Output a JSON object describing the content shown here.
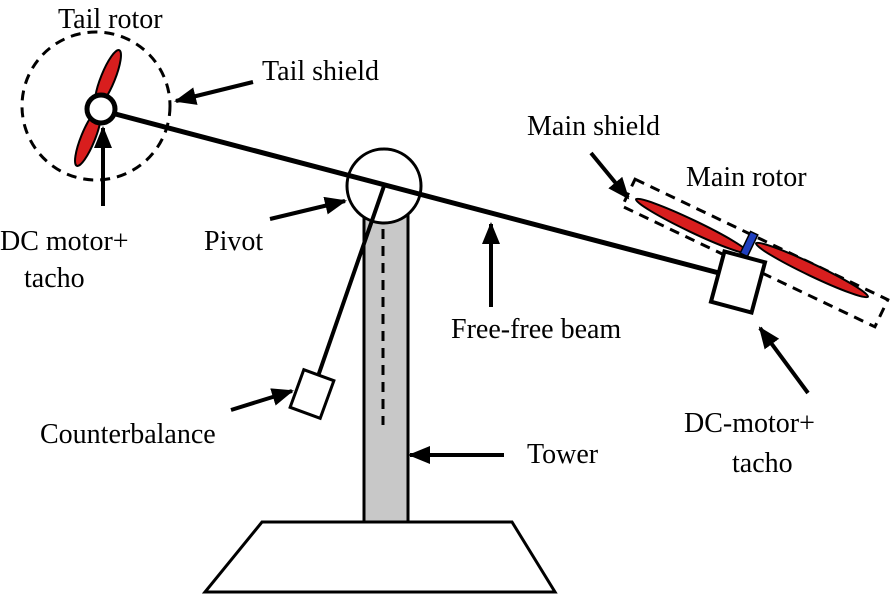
{
  "labels": {
    "tail_rotor": "Tail rotor",
    "tail_shield": "Tail shield",
    "main_shield": "Main shield",
    "main_rotor": "Main rotor",
    "dc_motor_left_line1": "DC motor+",
    "dc_motor_left_line2": "tacho",
    "pivot": "Pivot",
    "free_free_beam": "Free-free beam",
    "counterbalance": "Counterbalance",
    "tower": "Tower",
    "dc_motor_right_line1": "DC-motor+",
    "dc_motor_right_line2": "tacho"
  },
  "colors": {
    "rotor_blade": "#d81e1e",
    "hub": "#1f3fbf",
    "tower_fill": "#c8c8c8",
    "stroke": "#000000"
  }
}
